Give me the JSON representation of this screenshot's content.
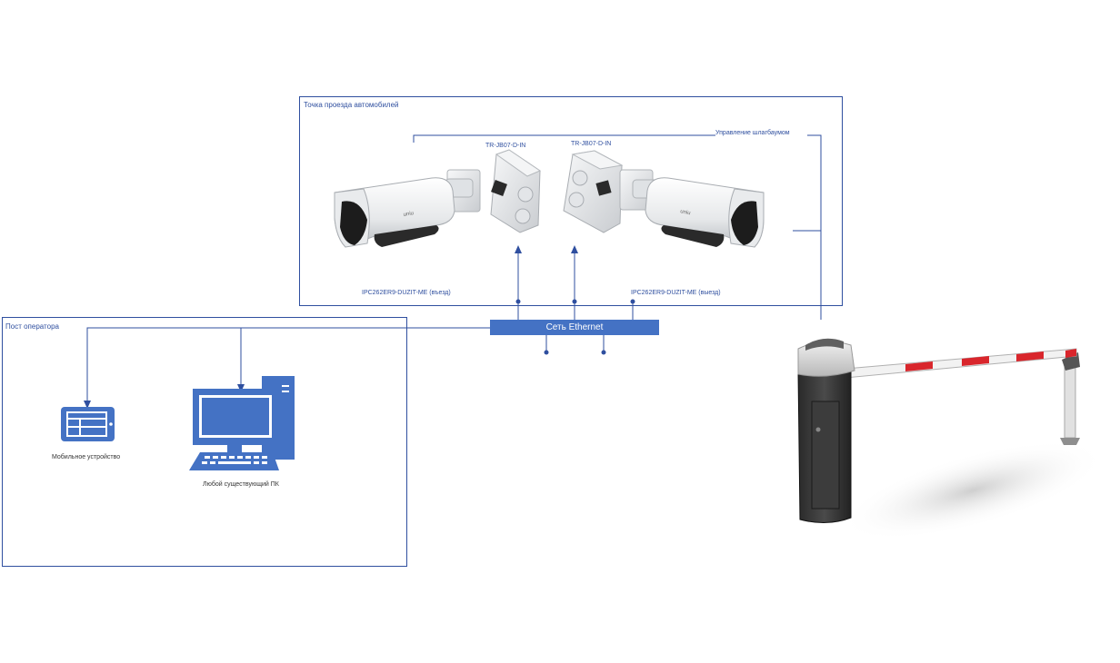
{
  "zones": {
    "vehicle_point": "Точка проезда автомобилей",
    "operator_post": "Пост оператора"
  },
  "labels": {
    "junction_box_left": "TR-JB07-D-IN",
    "junction_box_right": "TR-JB07-D-IN",
    "camera_left": "IPC262ER9-DUZIT-ME (въезд)",
    "camera_right": "IPC262ER9-DUZIT-ME (выезд)",
    "barrier_control": "Управление шлагбаумом",
    "network": "Сеть Ethernet",
    "mobile_device": "Мобильное устройство",
    "pc": "Любой существующий ПК",
    "camera_brand": "uniu"
  },
  "colors": {
    "accent": "#2f4f9f",
    "network_fill": "#4472c4",
    "barrier_stripe": "#d9262c"
  }
}
